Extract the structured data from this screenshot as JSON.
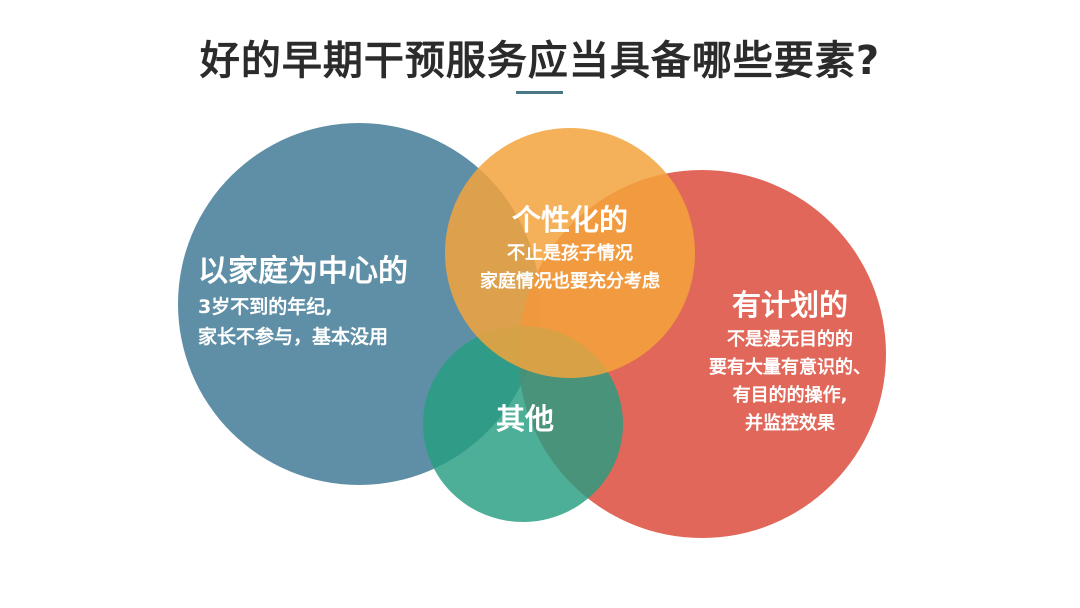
{
  "title": "好的早期干预服务应当具备哪些要素?",
  "colors": {
    "title_rule": "#4a7784",
    "blue": "#5f8fa6",
    "orange": "#f3a33c",
    "red": "#de5f50",
    "green": "#269e80"
  },
  "circles": [
    {
      "id": "family-centered",
      "heading": "以家庭为中心的",
      "lines": [
        "3岁不到的年纪,",
        "家长不参与，基本没用"
      ]
    },
    {
      "id": "personalized",
      "heading": "个性化的",
      "lines": [
        "不止是孩子情况",
        "家庭情况也要充分考虑"
      ]
    },
    {
      "id": "planned",
      "heading": "有计划的",
      "lines": [
        "不是漫无目的的",
        "要有大量有意识的、",
        "有目的的操作,",
        "并监控效果"
      ]
    },
    {
      "id": "other",
      "heading": "其他",
      "lines": []
    }
  ]
}
